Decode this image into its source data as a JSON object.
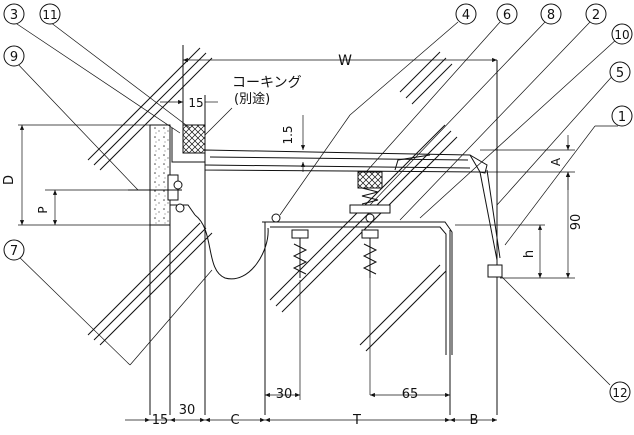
{
  "callouts": [
    {
      "id": "c3",
      "label": "3"
    },
    {
      "id": "c11",
      "label": "11"
    },
    {
      "id": "c9",
      "label": "9"
    },
    {
      "id": "c7",
      "label": "7"
    },
    {
      "id": "c4",
      "label": "4"
    },
    {
      "id": "c6",
      "label": "6"
    },
    {
      "id": "c8",
      "label": "8"
    },
    {
      "id": "c2",
      "label": "2"
    },
    {
      "id": "c10",
      "label": "10"
    },
    {
      "id": "c5",
      "label": "5"
    },
    {
      "id": "c1",
      "label": "1"
    },
    {
      "id": "c12",
      "label": "12"
    }
  ],
  "notes": {
    "caulking": "コーキング",
    "caulking_sub": "(別途)"
  },
  "dimensions": {
    "W": "W",
    "D": "D",
    "P": "P",
    "A": "A",
    "h": "h",
    "d90": "90",
    "d1_5": "1.5",
    "top15": "15",
    "d30_mid": "30",
    "d65": "65",
    "b15": "15",
    "b30": "30",
    "C": "C",
    "T": "T",
    "B": "B"
  }
}
